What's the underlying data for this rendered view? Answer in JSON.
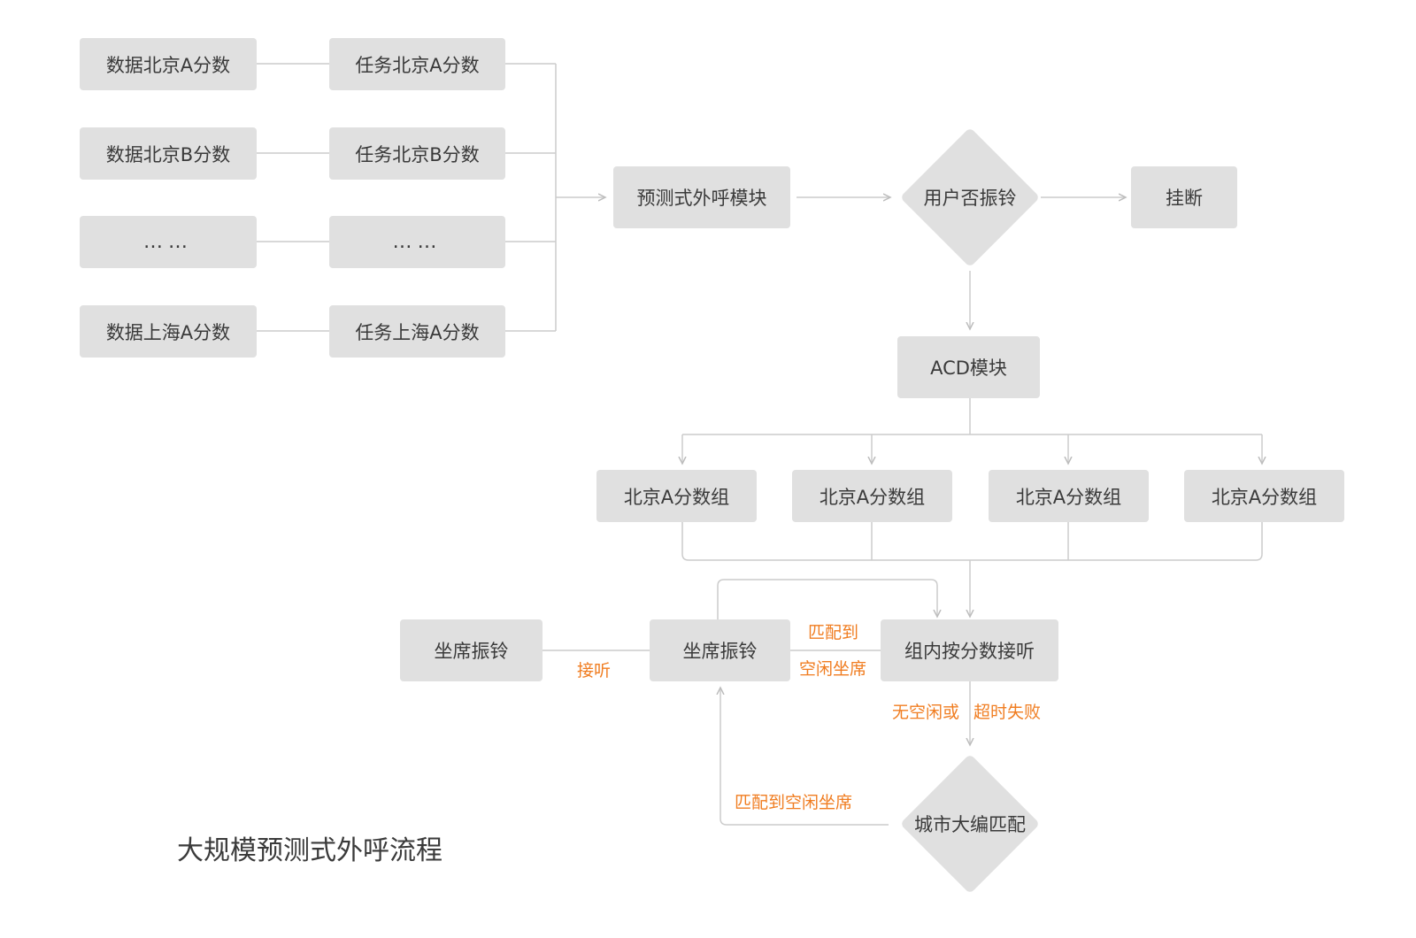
{
  "title": "大规模预测式外呼流程",
  "colors": {
    "node_fill": "#e0e0e0",
    "line": "#cccccc",
    "accent_text": "#f07d21",
    "text": "#3a3a3a"
  },
  "data_column": [
    "数据北京A分数",
    "数据北京B分数",
    "……",
    "数据上海A分数"
  ],
  "task_column": [
    "任务北京A分数",
    "任务北京B分数",
    "……",
    "任务上海A分数"
  ],
  "nodes": {
    "predictive_module": "预测式外呼模块",
    "user_ringing": "用户否振铃",
    "hang_up": "挂断",
    "acd_module": "ACD模块",
    "groups": [
      "北京A分数组",
      "北京A分数组",
      "北京A分数组",
      "北京A分数组"
    ],
    "agent_ringing_left": "坐席振铃",
    "agent_ringing": "坐席振铃",
    "group_answer": "组内按分数接听",
    "city_match": "城市大编匹配"
  },
  "edge_labels": {
    "answer": "接听",
    "match_to": "匹配到",
    "idle_agent": "空闲坐席",
    "no_idle_or": "无空闲或",
    "timeout_fail": "超时失败",
    "match_idle_agent": "匹配到空闲坐席"
  }
}
